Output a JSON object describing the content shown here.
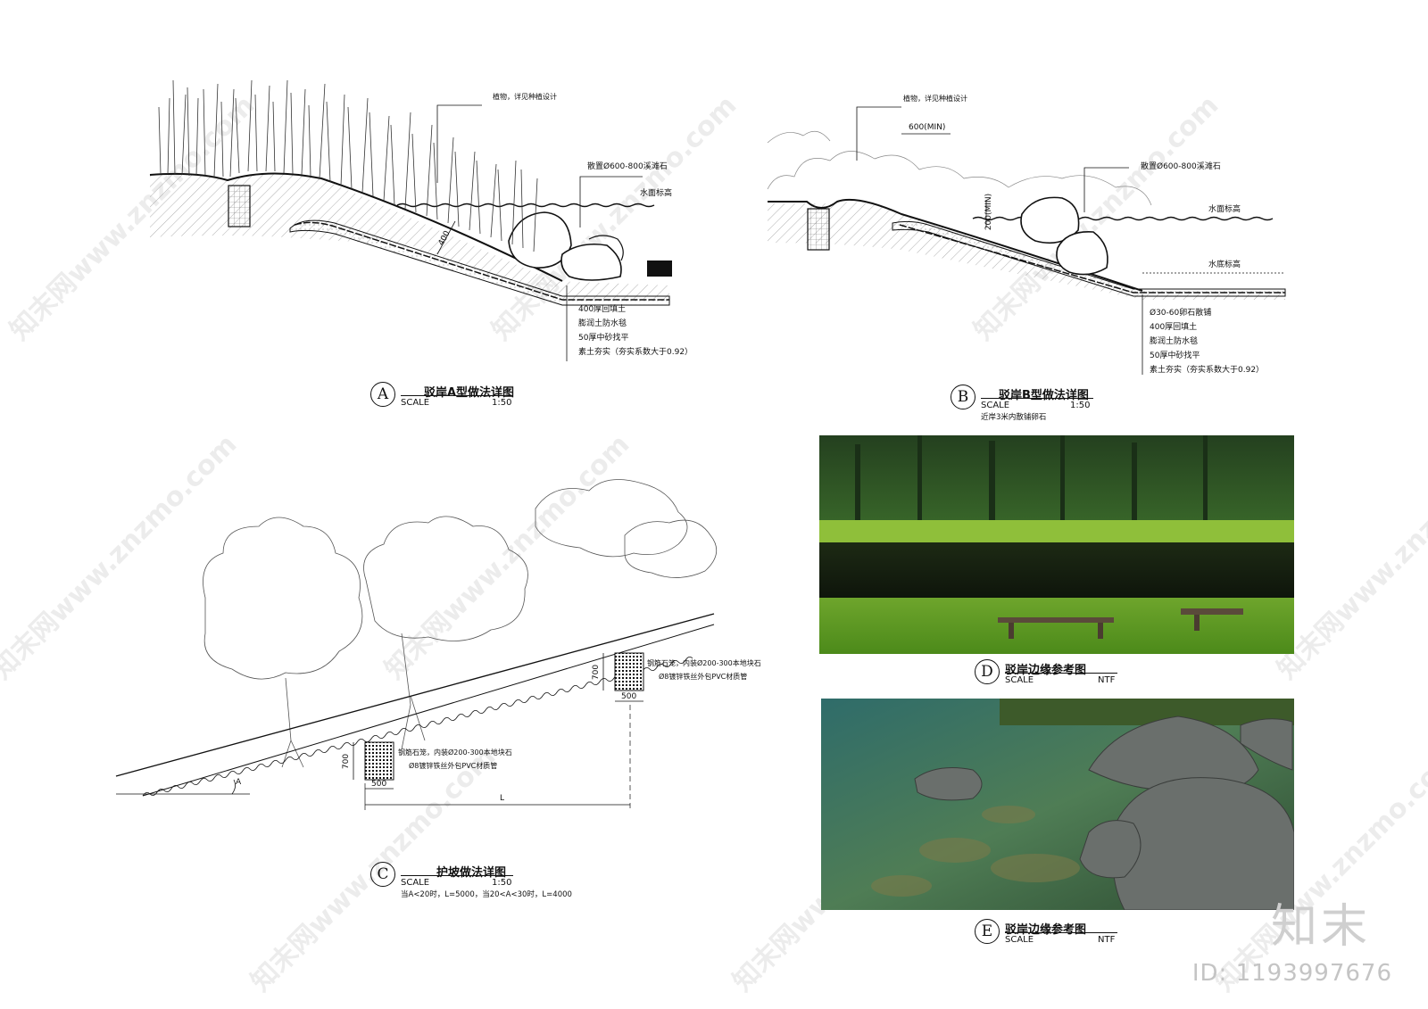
{
  "panel_a": {
    "label_plants": "植物，详见种植设计",
    "label_stone": "散置Ø600-800溪滩石",
    "label_water": "水面标高",
    "dim_400": "400",
    "layers": [
      "400厚回填土",
      "膨润土防水毯",
      "50厚中砂找平",
      "素土夯实（夯实系数大于0.92）"
    ],
    "title": {
      "letter": "A",
      "name": "驳岸A型做法详图",
      "scale_label": "SCALE",
      "ratio": "1:50"
    }
  },
  "panel_b": {
    "label_plants": "植物，详见种植设计",
    "dim_600": "600(MIN)",
    "dim_200": "200(MIN)",
    "label_stone": "散置Ø600-800溪滩石",
    "label_water": "水面标高",
    "label_bottom": "水底标高",
    "layers": [
      "Ø30-60卵石散铺",
      "400厚回填土",
      "膨润土防水毯",
      "50厚中砂找平",
      "素土夯实（夯实系数大于0.92）"
    ],
    "title": {
      "letter": "B",
      "name": "驳岸B型做法详图",
      "scale_label": "SCALE",
      "ratio": "1:50",
      "note": "近岸3米内散铺卵石"
    }
  },
  "panel_c": {
    "cage_label_1": "钢筋石笼，内装Ø200-300本地块石",
    "cage_label_2": "Ø8镀锌铁丝外包PVC材质管",
    "dim_700": "700",
    "dim_500": "500",
    "dim_L": "L",
    "angle": "A",
    "title": {
      "letter": "C",
      "name": "护坡做法详图",
      "scale_label": "SCALE",
      "ratio": "1:50",
      "note": "当A<20时，L=5000，当20<A<30时，L=4000"
    }
  },
  "panel_d": {
    "title": {
      "letter": "D",
      "name": "驳岸边缘参考图",
      "scale_label": "SCALE",
      "ratio": "NTF"
    }
  },
  "panel_e": {
    "title": {
      "letter": "E",
      "name": "驳岸边缘参考图",
      "scale_label": "SCALE",
      "ratio": "NTF"
    }
  },
  "watermark": "知末网www.znzmo.com",
  "brand": "知末",
  "id_text": "ID: 1193997676"
}
